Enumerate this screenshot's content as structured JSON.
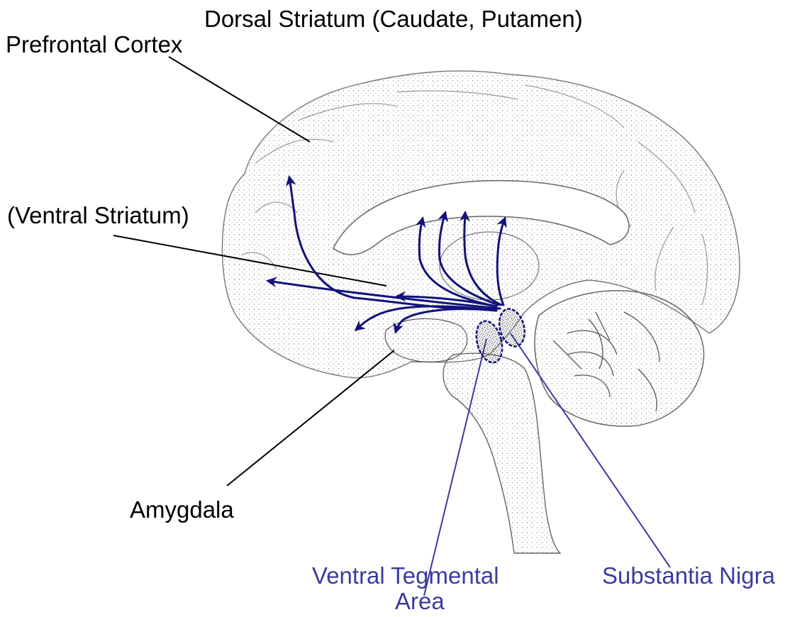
{
  "labels": {
    "dorsal_striatum": "Dorsal Striatum (Caudate, Putamen)",
    "prefrontal_cortex": "Prefrontal Cortex",
    "ventral_striatum": "(Ventral Striatum)",
    "amygdala": "Amygdala",
    "substantia_nigra": "Substantia Nigra",
    "vta_line1": "Ventral Tegmental",
    "vta_line2": "Area"
  },
  "colors": {
    "pathway": "#12127a",
    "nucleus_label": "#3b3ba0",
    "outline": "#888888",
    "stipple": "#9a9a9a",
    "leader": "#000000"
  },
  "icons": {
    "arrowhead": "arrowhead-icon"
  }
}
